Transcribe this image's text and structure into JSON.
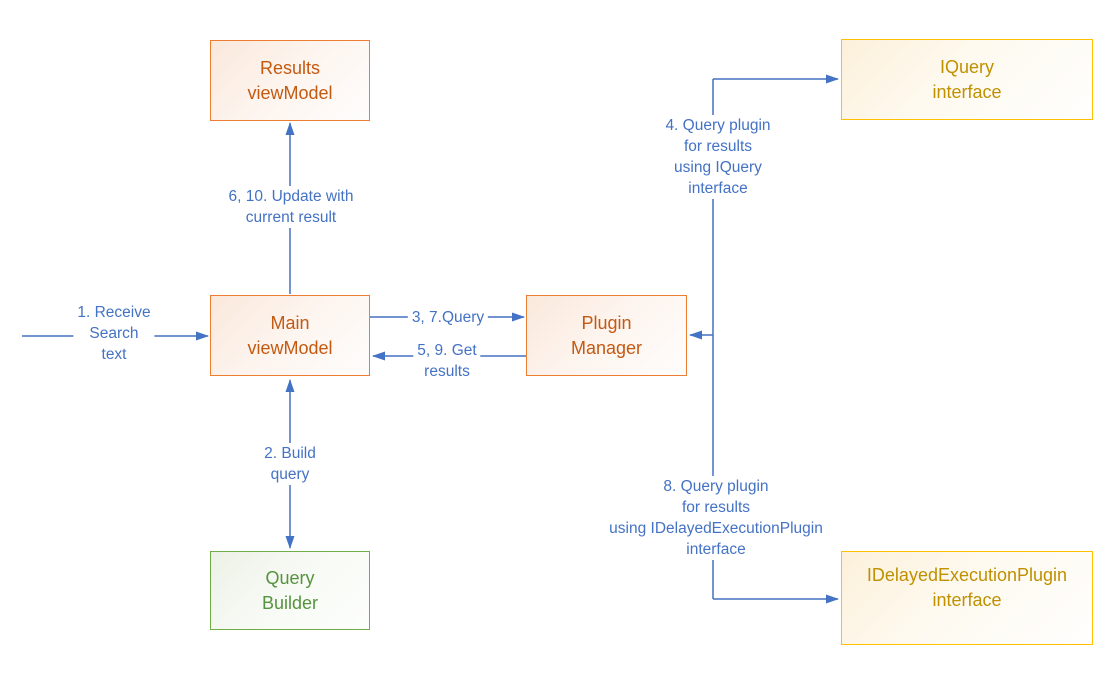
{
  "nodes": {
    "results": {
      "label": "Results\nviewModel"
    },
    "iquery": {
      "label": "IQuery\ninterface"
    },
    "main": {
      "label": "Main\nviewModel"
    },
    "plugin": {
      "label": "Plugin\nManager"
    },
    "qbuilder": {
      "label": "Query\nBuilder"
    },
    "idelayed": {
      "label": "IDelayedExecutionPlugin\ninterface"
    }
  },
  "edges": {
    "receive": {
      "label": "1. Receive\nSearch\ntext",
      "from": "outside",
      "to": "main"
    },
    "update": {
      "label": "6, 10. Update with\ncurrent result",
      "from": "main",
      "to": "results"
    },
    "query": {
      "label": "3, 7.Query",
      "from": "main",
      "to": "plugin"
    },
    "get": {
      "label": "5, 9. Get\nresults",
      "from": "plugin",
      "to": "main"
    },
    "build": {
      "label": "2. Build\nquery",
      "from": "main",
      "to": "qbuilder"
    },
    "iquery_call": {
      "label": "4. Query plugin\nfor results\nusing IQuery\ninterface",
      "from": "plugin",
      "to": "iquery"
    },
    "idelayed_call": {
      "label": "8. Query plugin\nfor results\nusing IDelayedExecutionPlugin\ninterface",
      "from": "plugin",
      "to": "idelayed"
    }
  },
  "colors": {
    "accent_orange": "#ED7D31",
    "text_orange": "#C45911",
    "accent_gold": "#FFC000",
    "text_gold": "#BF9000",
    "accent_green": "#70AD47",
    "text_green": "#55933D",
    "connector_blue": "#4472C4",
    "label_blue": "#4472C4"
  }
}
